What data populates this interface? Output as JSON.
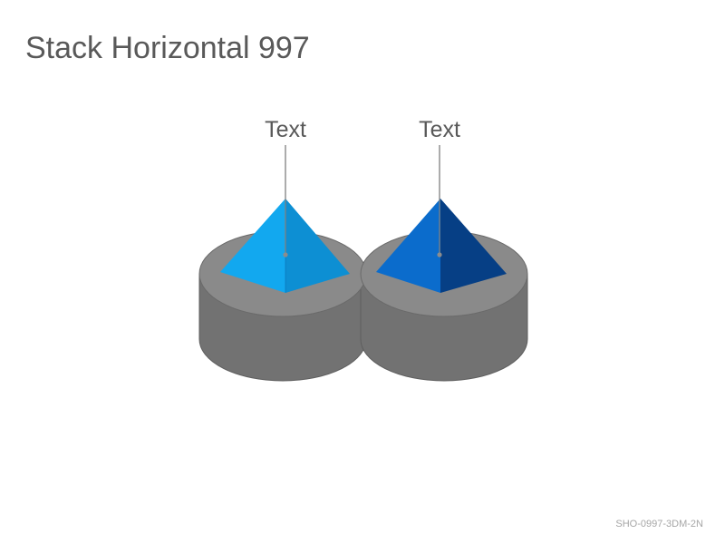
{
  "title": "Stack Horizontal 997",
  "items": [
    {
      "label": "Text",
      "color_light": "#12a8ef",
      "color_mid": "#0d8fd3",
      "color_dark": "#0a6fb0"
    },
    {
      "label": "Text",
      "color_light": "#0b6ccc",
      "color_mid": "#0a5cb3",
      "color_dark": "#063f85"
    }
  ],
  "colors": {
    "cylinder_top": "#8a8a8a",
    "cylinder_side": "#727272",
    "outline": "#5e5e5e",
    "title": "#595959",
    "footer": "#a6a6a6"
  },
  "footer_code": "SHO-0997-3DM-2N"
}
